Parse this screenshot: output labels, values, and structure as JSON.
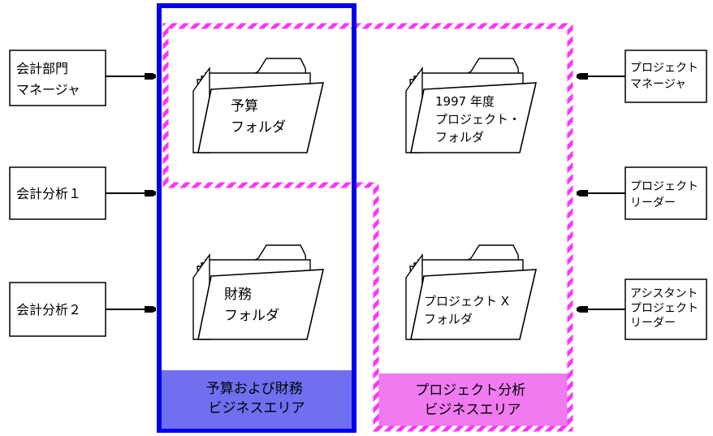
{
  "left_users": [
    {
      "lines": [
        "会計部門",
        "マネージャ"
      ]
    },
    {
      "lines": [
        "会計分析１"
      ]
    },
    {
      "lines": [
        "会計分析２"
      ]
    }
  ],
  "right_users": [
    {
      "lines": [
        "プロジェクト",
        "マネージャ"
      ]
    },
    {
      "lines": [
        "プロジェクト",
        "リーダー"
      ]
    },
    {
      "lines": [
        "アシスタント",
        "プロジェクト",
        "リーダー"
      ]
    }
  ],
  "folders": [
    {
      "lines": [
        "予算",
        "フォルダ"
      ]
    },
    {
      "lines": [
        "1997 年度",
        "プロジェクト・",
        "フォルダ"
      ]
    },
    {
      "lines": [
        "財務",
        "フォルダ"
      ]
    },
    {
      "lines": [
        "プロジェクト X",
        "フォルダ"
      ]
    }
  ],
  "business_areas": [
    {
      "lines": [
        "予算および財務",
        "ビジネスエリア"
      ],
      "border_color": "#0000ee",
      "label_bg": "#6f6ff0"
    },
    {
      "lines": [
        "プロジェクト分析",
        "ビジネスエリア"
      ],
      "border_color": "#ff33ff",
      "label_bg": "#f07af0"
    }
  ]
}
